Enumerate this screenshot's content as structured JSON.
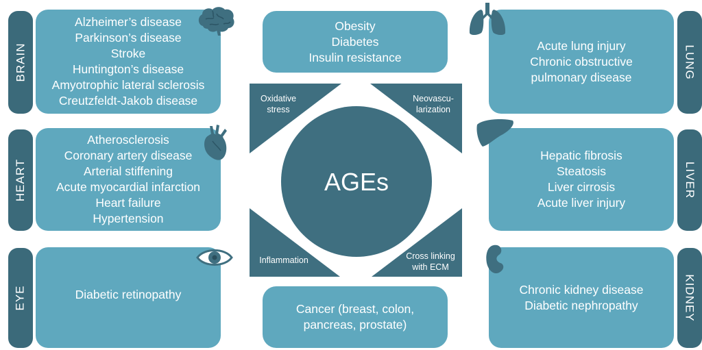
{
  "organs": {
    "brain": {
      "label": "BRAIN",
      "icon": "brain-icon",
      "diseases": [
        "Alzheimer’s disease",
        "Parkinson’s disease",
        "Stroke",
        "Huntington’s disease",
        "Amyotrophic lateral sclerosis",
        "Creutzfeldt-Jakob disease"
      ]
    },
    "heart": {
      "label": "HEART",
      "icon": "heart-icon",
      "diseases": [
        "Atherosclerosis",
        "Coronary artery disease",
        "Arterial stiffening",
        "Acute myocardial infarction",
        "Heart failure",
        "Hypertension"
      ]
    },
    "eye": {
      "label": "EYE",
      "icon": "eye-icon",
      "diseases": [
        "Diabetic retinopathy"
      ]
    },
    "lung": {
      "label": "LUNG",
      "icon": "lungs-icon",
      "diseases": [
        "Acute lung injury",
        "Chronic obstructive",
        "pulmonary disease"
      ]
    },
    "liver": {
      "label": "LIVER",
      "icon": "liver-icon",
      "diseases": [
        "Hepatic fibrosis",
        "Steatosis",
        "Liver cirrosis",
        "Acute liver injury"
      ]
    },
    "kidney": {
      "label": "KIDNEY",
      "icon": "kidney-icon",
      "diseases": [
        "Chronic kidney disease",
        "Diabetic nephropathy"
      ]
    }
  },
  "metabolic": [
    "Obesity",
    "Diabetes",
    "Insulin resistance"
  ],
  "cancer": [
    "Cancer (breast, colon,",
    "pancreas, prostate)"
  ],
  "center": {
    "title": "AGEs",
    "mechanisms": {
      "top_left": [
        "Oxidative",
        "stress"
      ],
      "top_right": [
        "Neovascu-",
        "larization"
      ],
      "bottom_left": [
        "Inflammation"
      ],
      "bottom_right": [
        "Cross linking",
        "with ECM"
      ]
    }
  },
  "colors": {
    "box": "#5fa8be",
    "tab": "#3b6a7a",
    "center": "#3f6f80"
  }
}
